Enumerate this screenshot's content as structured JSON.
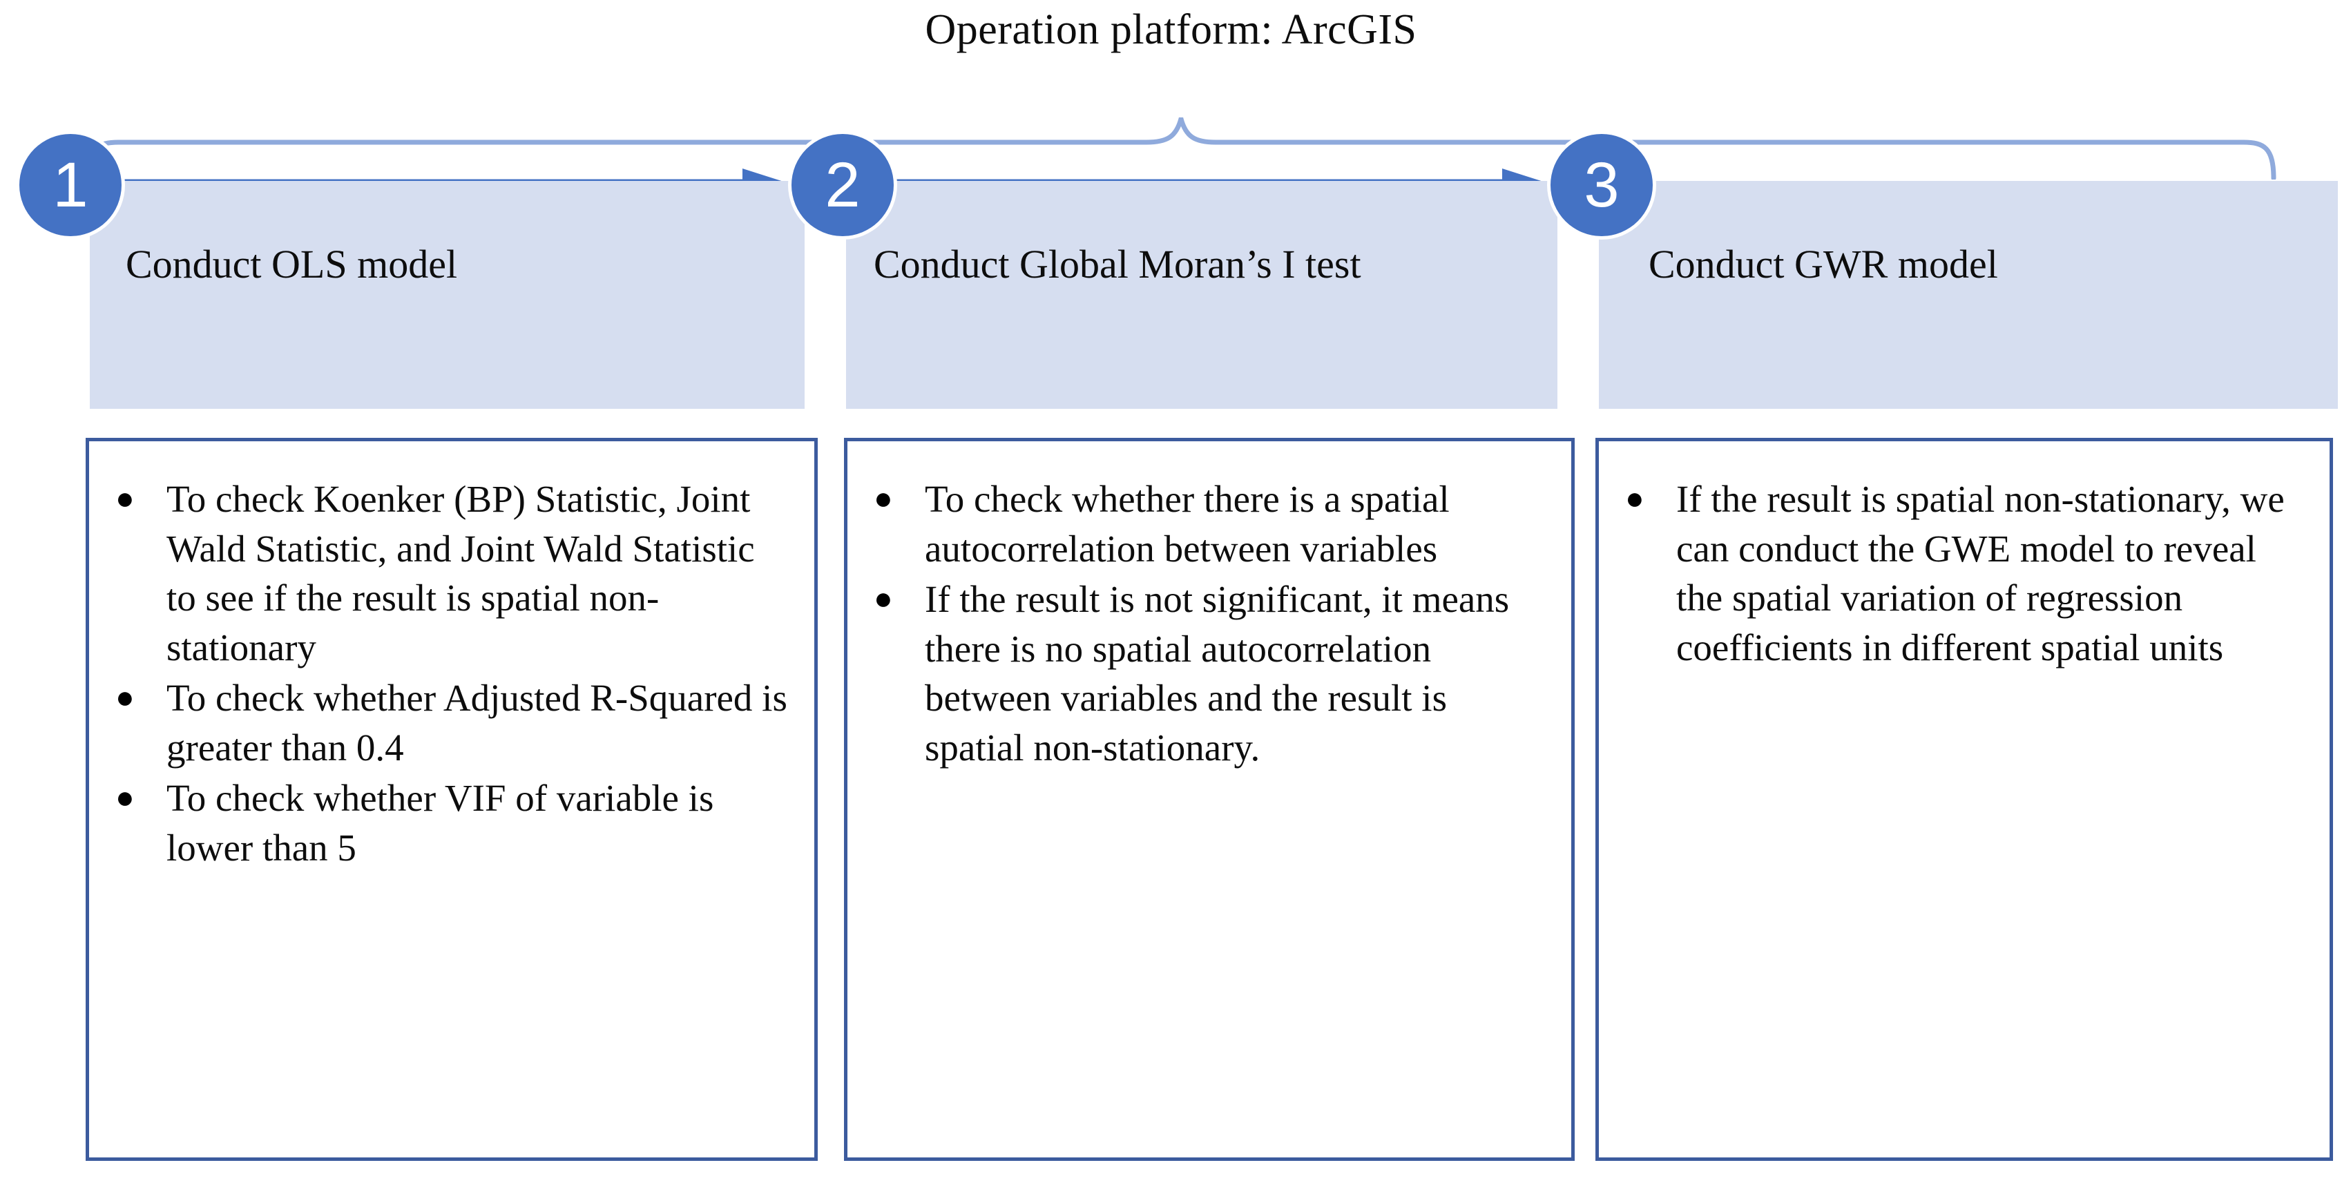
{
  "title": "Operation  platform: ArcGIS",
  "colors": {
    "circle_blue": "#4472C4",
    "header_fill": "#D6DEF0",
    "box_border": "#3C5B9E",
    "brace_stroke": "#8FAADC",
    "arrow": "#4472C4",
    "text": "#0D0D0D"
  },
  "steps": [
    {
      "number": "1",
      "header": "Conduct OLS model",
      "bullets": [
        "To check Koenker (BP) Statistic, Joint Wald Statistic, and Joint Wald Statistic to see if the result is spatial non-stationary",
        "To check whether Adjusted R-Squared is greater than 0.4",
        "To check whether VIF  of variable is lower than 5"
      ]
    },
    {
      "number": "2",
      "header": "Conduct Global Moran’s  I test",
      "bullets": [
        "To check whether there is a spatial autocorrelation between variables",
        "If the result is not significant,  it means there is no spatial autocorrelation between variables and the result is spatial non-stationary."
      ]
    },
    {
      "number": "3",
      "header": "Conduct GWR model",
      "bullets": [
        "If the result is spatial non-stationary, we can conduct the GWE model to reveal the spatial variation of regression coefficients in different spatial units"
      ]
    }
  ],
  "bullet_glyph": "●"
}
